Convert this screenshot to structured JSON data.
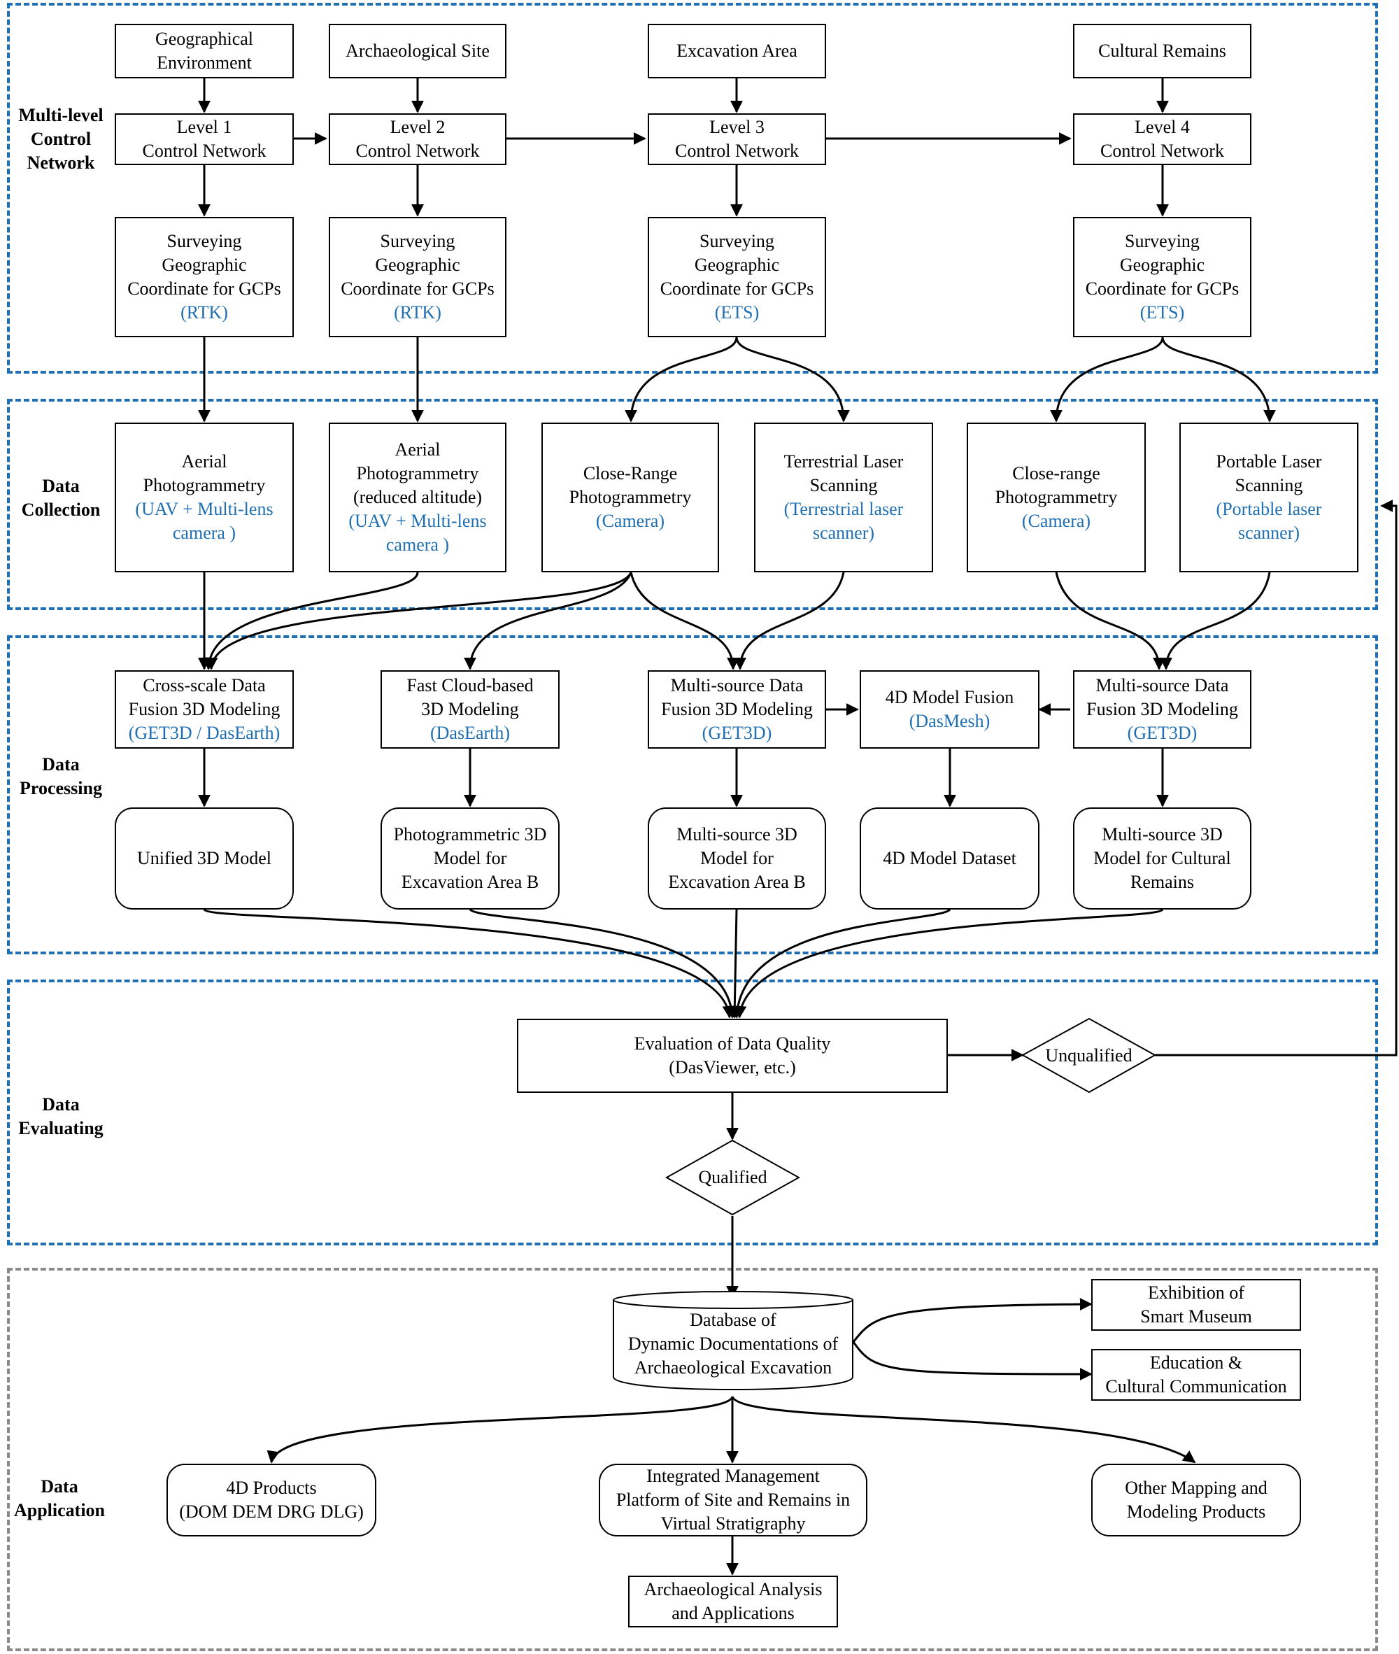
{
  "sections": {
    "control": "Multi-level Control Network",
    "collection": "Data Collection",
    "processing": "Data Processing",
    "evaluating": "Data Evaluating",
    "application": "Data Application"
  },
  "control_network": {
    "sources": [
      "Geographical Environment",
      "Archaeological Site",
      "Excavation Area",
      "Cultural Remains"
    ],
    "levels": [
      "Level 1",
      "Level 2",
      "Level 3",
      "Level 4"
    ],
    "level_suffix": "Control Network",
    "survey": [
      "Surveying",
      "Geographic",
      "Coordinate for GCPs"
    ],
    "survey_tools": [
      "(RTK)",
      "(RTK)",
      "(ETS)",
      "(ETS)"
    ]
  },
  "collection": {
    "aerial1": [
      "Aerial",
      "Photogrammetry"
    ],
    "aerial1_tool": [
      "(UAV + Multi-lens",
      "camera )"
    ],
    "aerial2": [
      "Aerial",
      "Photogrammetry",
      "(reduced altitude)"
    ],
    "aerial2_tool": [
      "(UAV + Multi-lens",
      "camera )"
    ],
    "closerange1": [
      "Close-Range",
      "Photogrammetry"
    ],
    "closerange1_tool": [
      "(Camera)"
    ],
    "tls": [
      "Terrestrial Laser",
      "Scanning"
    ],
    "tls_tool": [
      "(Terrestrial laser",
      "scanner)"
    ],
    "closerange2": [
      "Close-range",
      "Photogrammetry"
    ],
    "closerange2_tool": [
      "(Camera)"
    ],
    "pls": [
      "Portable Laser",
      "Scanning"
    ],
    "pls_tool": [
      "(Portable laser",
      "scanner)"
    ]
  },
  "processing": {
    "crossscale": [
      "Cross-scale Data",
      "Fusion 3D Modeling"
    ],
    "crossscale_tool": [
      "(GET3D / DasEarth)"
    ],
    "fastcloud": [
      "Fast Cloud-based",
      "3D Modeling"
    ],
    "fastcloud_tool": [
      "(DasEarth)"
    ],
    "multisource1": [
      "Multi-source Data",
      "Fusion 3D Modeling"
    ],
    "multisource1_tool": [
      "(GET3D)"
    ],
    "fusion4d": [
      "4D Model Fusion"
    ],
    "fusion4d_tool": [
      "(DasMesh)"
    ],
    "multisource2": [
      "Multi-source Data",
      "Fusion 3D Modeling"
    ],
    "multisource2_tool": [
      "(GET3D)"
    ],
    "unified": [
      "Unified 3D Model"
    ],
    "photo3d": [
      "Photogrammetric 3D",
      "Model for",
      "Excavation Area B"
    ],
    "multi3d": [
      "Multi-source 3D",
      "Model for",
      "Excavation Area B"
    ],
    "dataset4d": [
      "4D Model Dataset"
    ],
    "multiremains": [
      "Multi-source 3D",
      "Model for Cultural",
      "Remains"
    ]
  },
  "evaluating": {
    "evaluation": [
      "Evaluation of Data Quality",
      "(DasViewer, etc.)"
    ],
    "unqualified": "Unqualified",
    "qualified": "Qualified"
  },
  "application": {
    "database": [
      "Database of",
      "Dynamic Documentations of",
      "Archaeological Excavation"
    ],
    "museum": [
      "Exhibition of",
      "Smart Museum"
    ],
    "education": [
      "Education &",
      "Cultural Communication"
    ],
    "products4d": [
      "4D Products",
      "(DOM DEM DRG DLG)"
    ],
    "platform": [
      "Integrated Management",
      "Platform of Site and Remains in",
      "Virtual Stratigraphy"
    ],
    "other": [
      "Other Mapping and",
      "Modeling Products"
    ],
    "analysis": [
      "Archaeological Analysis",
      "and Applications"
    ]
  }
}
